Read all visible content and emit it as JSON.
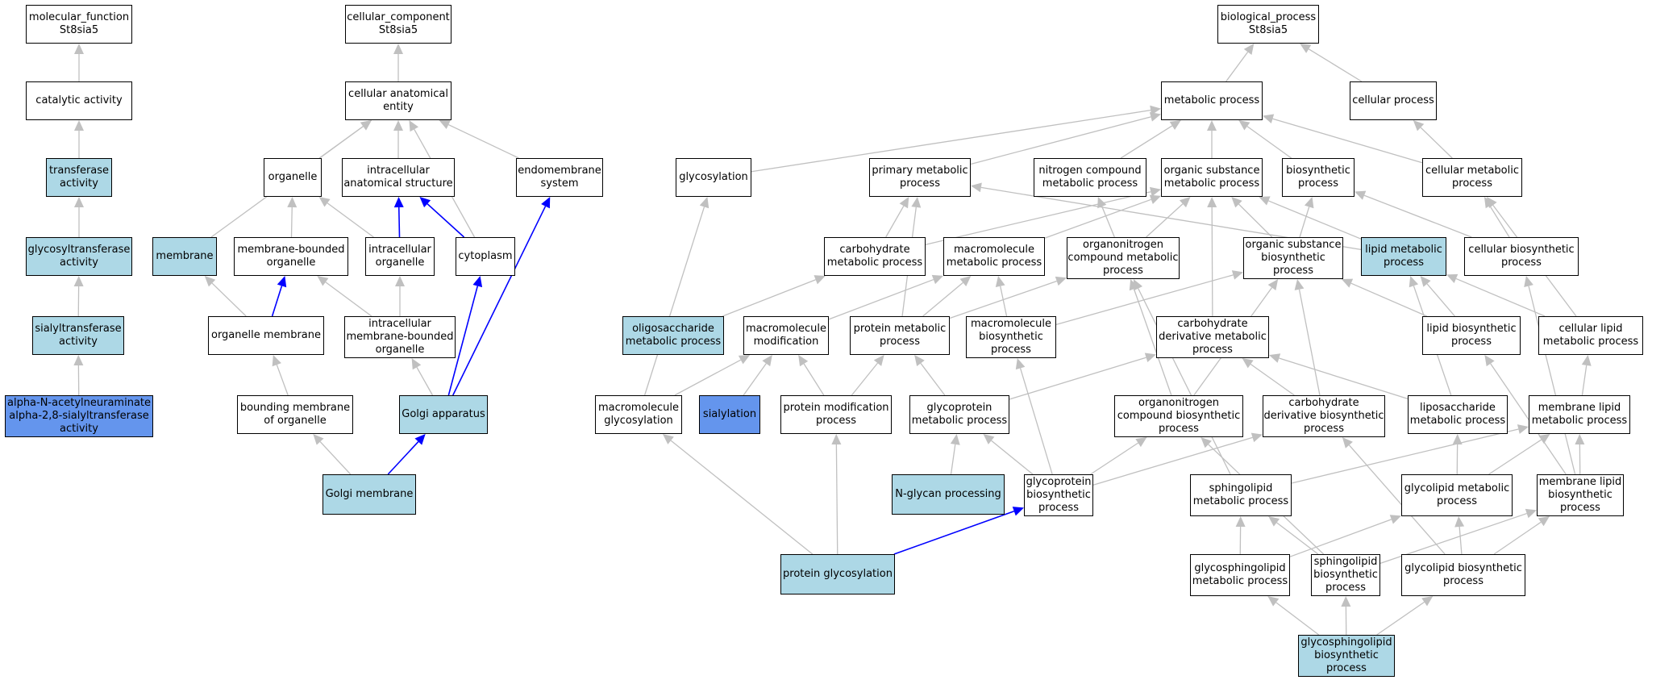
{
  "colors": {
    "light": "#add8e6",
    "blue": "#6495ed",
    "edge_gray": "#c0c0c0",
    "edge_blue": "#0000ff"
  },
  "nodes": {
    "mf_root": {
      "label": "molecular_function\nSt8sia5",
      "fill": "white"
    },
    "catalytic": {
      "label": "catalytic activity",
      "fill": "white"
    },
    "transferase": {
      "label": "transferase\nactivity",
      "fill": "light"
    },
    "glycosyltransferase": {
      "label": "glycosyltransferase\nactivity",
      "fill": "light"
    },
    "sialyltransferase": {
      "label": "sialyltransferase\nactivity",
      "fill": "light"
    },
    "alpha_sialyl": {
      "label": "alpha-N-acetylneuraminate\nalpha-2,8-sialyltransferase\nactivity",
      "fill": "blue"
    },
    "cc_root": {
      "label": "cellular_component\nSt8sia5",
      "fill": "white"
    },
    "cae": {
      "label": "cellular anatomical\nentity",
      "fill": "white"
    },
    "organelle": {
      "label": "organelle",
      "fill": "white"
    },
    "ias": {
      "label": "intracellular\nanatomical structure",
      "fill": "white"
    },
    "endomembrane": {
      "label": "endomembrane\nsystem",
      "fill": "white"
    },
    "membrane": {
      "label": "membrane",
      "fill": "light"
    },
    "mbo": {
      "label": "membrane-bounded\norganelle",
      "fill": "white"
    },
    "intra_org": {
      "label": "intracellular\norganelle",
      "fill": "white"
    },
    "cytoplasm": {
      "label": "cytoplasm",
      "fill": "white"
    },
    "org_mem": {
      "label": "organelle membrane",
      "fill": "white"
    },
    "imbo": {
      "label": "intracellular\nmembrane-bounded\norganelle",
      "fill": "white"
    },
    "bmo": {
      "label": "bounding membrane\nof organelle",
      "fill": "white"
    },
    "golgi": {
      "label": "Golgi apparatus",
      "fill": "light"
    },
    "golgi_mem": {
      "label": "Golgi membrane",
      "fill": "light"
    },
    "bp_root": {
      "label": "biological_process\nSt8sia5",
      "fill": "white"
    },
    "metabolic": {
      "label": "metabolic process",
      "fill": "white"
    },
    "cellular_proc": {
      "label": "cellular process",
      "fill": "white"
    },
    "glycosylation": {
      "label": "glycosylation",
      "fill": "white"
    },
    "primary_met": {
      "label": "primary metabolic\nprocess",
      "fill": "white"
    },
    "nitrogen_met": {
      "label": "nitrogen compound\nmetabolic process",
      "fill": "white"
    },
    "org_sub_met": {
      "label": "organic substance\nmetabolic process",
      "fill": "white"
    },
    "biosynthetic": {
      "label": "biosynthetic\nprocess",
      "fill": "white"
    },
    "cell_met": {
      "label": "cellular metabolic\nprocess",
      "fill": "white"
    },
    "carb_met": {
      "label": "carbohydrate\nmetabolic process",
      "fill": "white"
    },
    "macro_met": {
      "label": "macromolecule\nmetabolic process",
      "fill": "white"
    },
    "orgN_met": {
      "label": "organonitrogen\ncompound metabolic\nprocess",
      "fill": "white"
    },
    "org_sub_bio": {
      "label": "organic substance\nbiosynthetic\nprocess",
      "fill": "white"
    },
    "lipid_met": {
      "label": "lipid metabolic\nprocess",
      "fill": "light"
    },
    "cell_bio": {
      "label": "cellular biosynthetic\nprocess",
      "fill": "white"
    },
    "oligo_met": {
      "label": "oligosaccharide\nmetabolic process",
      "fill": "light"
    },
    "macro_mod": {
      "label": "macromolecule\nmodification",
      "fill": "white"
    },
    "prot_met": {
      "label": "protein metabolic\nprocess",
      "fill": "white"
    },
    "macro_bio": {
      "label": "macromolecule\nbiosynthetic\nprocess",
      "fill": "white"
    },
    "carb_deriv_met": {
      "label": "carbohydrate\nderivative metabolic\nprocess",
      "fill": "white"
    },
    "lipid_bio": {
      "label": "lipid biosynthetic\nprocess",
      "fill": "white"
    },
    "cell_lipid_met": {
      "label": "cellular lipid\nmetabolic process",
      "fill": "white"
    },
    "macro_glyc": {
      "label": "macromolecule\nglycosylation",
      "fill": "white"
    },
    "sialylation": {
      "label": "sialylation",
      "fill": "blue"
    },
    "prot_mod": {
      "label": "protein modification\nprocess",
      "fill": "white"
    },
    "glycoprot_met": {
      "label": "glycoprotein\nmetabolic process",
      "fill": "white"
    },
    "orgN_bio": {
      "label": "organonitrogen\ncompound biosynthetic\nprocess",
      "fill": "white"
    },
    "carb_deriv_bio": {
      "label": "carbohydrate\nderivative biosynthetic\nprocess",
      "fill": "white"
    },
    "liposacch_met": {
      "label": "liposaccharide\nmetabolic process",
      "fill": "white"
    },
    "mem_lipid_met": {
      "label": "membrane lipid\nmetabolic process",
      "fill": "white"
    },
    "nglycan": {
      "label": "N-glycan processing",
      "fill": "light"
    },
    "glycoprot_bio": {
      "label": "glycoprotein\nbiosynthetic\nprocess",
      "fill": "white"
    },
    "sphingo_met": {
      "label": "sphingolipid\nmetabolic process",
      "fill": "white"
    },
    "glycolipid_met": {
      "label": "glycolipid metabolic\nprocess",
      "fill": "white"
    },
    "mem_lipid_bio": {
      "label": "membrane lipid\nbiosynthetic\nprocess",
      "fill": "white"
    },
    "prot_glyc": {
      "label": "protein glycosylation",
      "fill": "light"
    },
    "gsl_met": {
      "label": "glycosphingolipid\nmetabolic process",
      "fill": "white"
    },
    "sphingo_bio": {
      "label": "sphingolipid\nbiosynthetic\nprocess",
      "fill": "white"
    },
    "glycolipid_bio": {
      "label": "glycolipid biosynthetic\nprocess",
      "fill": "white"
    },
    "gsl_bio": {
      "label": "glycosphingolipid\nbiosynthetic\nprocess",
      "fill": "light"
    }
  },
  "edges": [
    [
      "catalytic",
      "mf_root",
      "gray"
    ],
    [
      "transferase",
      "catalytic",
      "gray"
    ],
    [
      "glycosyltransferase",
      "transferase",
      "gray"
    ],
    [
      "sialyltransferase",
      "glycosyltransferase",
      "gray"
    ],
    [
      "alpha_sialyl",
      "sialyltransferase",
      "gray"
    ],
    [
      "cae",
      "cc_root",
      "gray"
    ],
    [
      "organelle",
      "cae",
      "gray"
    ],
    [
      "ias",
      "cae",
      "gray"
    ],
    [
      "endomembrane",
      "cae",
      "gray"
    ],
    [
      "membrane",
      "cae",
      "gray"
    ],
    [
      "cytoplasm",
      "cae",
      "gray"
    ],
    [
      "mbo",
      "organelle",
      "gray"
    ],
    [
      "intra_org",
      "organelle",
      "gray"
    ],
    [
      "intra_org",
      "ias",
      "blue"
    ],
    [
      "cytoplasm",
      "ias",
      "blue"
    ],
    [
      "org_mem",
      "membrane",
      "gray"
    ],
    [
      "org_mem",
      "mbo",
      "blue"
    ],
    [
      "imbo",
      "mbo",
      "gray"
    ],
    [
      "imbo",
      "intra_org",
      "gray"
    ],
    [
      "bmo",
      "org_mem",
      "gray"
    ],
    [
      "golgi",
      "imbo",
      "gray"
    ],
    [
      "golgi",
      "cytoplasm",
      "blue"
    ],
    [
      "golgi",
      "endomembrane",
      "blue"
    ],
    [
      "golgi_mem",
      "bmo",
      "gray"
    ],
    [
      "golgi_mem",
      "golgi",
      "blue"
    ],
    [
      "metabolic",
      "bp_root",
      "gray"
    ],
    [
      "cellular_proc",
      "bp_root",
      "gray"
    ],
    [
      "glycosylation",
      "metabolic",
      "gray"
    ],
    [
      "primary_met",
      "metabolic",
      "gray"
    ],
    [
      "nitrogen_met",
      "metabolic",
      "gray"
    ],
    [
      "org_sub_met",
      "metabolic",
      "gray"
    ],
    [
      "biosynthetic",
      "metabolic",
      "gray"
    ],
    [
      "cell_met",
      "metabolic",
      "gray"
    ],
    [
      "cell_met",
      "cellular_proc",
      "gray"
    ],
    [
      "carb_met",
      "org_sub_met",
      "gray"
    ],
    [
      "carb_met",
      "primary_met",
      "gray"
    ],
    [
      "macro_met",
      "org_sub_met",
      "gray"
    ],
    [
      "orgN_met",
      "nitrogen_met",
      "gray"
    ],
    [
      "orgN_met",
      "org_sub_met",
      "gray"
    ],
    [
      "org_sub_bio",
      "org_sub_met",
      "gray"
    ],
    [
      "org_sub_bio",
      "biosynthetic",
      "gray"
    ],
    [
      "lipid_met",
      "org_sub_met",
      "gray"
    ],
    [
      "lipid_met",
      "primary_met",
      "gray"
    ],
    [
      "cell_bio",
      "biosynthetic",
      "gray"
    ],
    [
      "cell_bio",
      "cell_met",
      "gray"
    ],
    [
      "oligo_met",
      "carb_met",
      "gray"
    ],
    [
      "macro_mod",
      "macro_met",
      "gray"
    ],
    [
      "prot_met",
      "macro_met",
      "gray"
    ],
    [
      "prot_met",
      "orgN_met",
      "gray"
    ],
    [
      "prot_met",
      "primary_met",
      "gray"
    ],
    [
      "macro_bio",
      "macro_met",
      "gray"
    ],
    [
      "macro_bio",
      "org_sub_bio",
      "gray"
    ],
    [
      "carb_deriv_met",
      "org_sub_met",
      "gray"
    ],
    [
      "lipid_bio",
      "lipid_met",
      "gray"
    ],
    [
      "lipid_bio",
      "org_sub_bio",
      "gray"
    ],
    [
      "cell_lipid_met",
      "lipid_met",
      "gray"
    ],
    [
      "cell_lipid_met",
      "cell_met",
      "gray"
    ],
    [
      "macro_glyc",
      "macro_mod",
      "gray"
    ],
    [
      "macro_glyc",
      "glycosylation",
      "gray"
    ],
    [
      "sialylation",
      "macro_mod",
      "gray"
    ],
    [
      "prot_mod",
      "macro_mod",
      "gray"
    ],
    [
      "prot_mod",
      "prot_met",
      "gray"
    ],
    [
      "glycoprot_met",
      "prot_met",
      "gray"
    ],
    [
      "glycoprot_met",
      "carb_deriv_met",
      "gray"
    ],
    [
      "orgN_bio",
      "orgN_met",
      "gray"
    ],
    [
      "orgN_bio",
      "org_sub_bio",
      "gray"
    ],
    [
      "carb_deriv_bio",
      "carb_deriv_met",
      "gray"
    ],
    [
      "carb_deriv_bio",
      "org_sub_bio",
      "gray"
    ],
    [
      "liposacch_met",
      "carb_deriv_met",
      "gray"
    ],
    [
      "liposacch_met",
      "lipid_met",
      "gray"
    ],
    [
      "mem_lipid_met",
      "cell_lipid_met",
      "gray"
    ],
    [
      "nglycan",
      "glycoprot_met",
      "gray"
    ],
    [
      "glycoprot_bio",
      "glycoprot_met",
      "gray"
    ],
    [
      "glycoprot_bio",
      "macro_bio",
      "gray"
    ],
    [
      "glycoprot_bio",
      "orgN_bio",
      "gray"
    ],
    [
      "glycoprot_bio",
      "carb_deriv_bio",
      "gray"
    ],
    [
      "sphingo_met",
      "mem_lipid_met",
      "gray"
    ],
    [
      "sphingo_met",
      "orgN_met",
      "gray"
    ],
    [
      "glycolipid_met",
      "liposacch_met",
      "gray"
    ],
    [
      "glycolipid_met",
      "mem_lipid_met",
      "gray"
    ],
    [
      "mem_lipid_bio",
      "mem_lipid_met",
      "gray"
    ],
    [
      "mem_lipid_bio",
      "lipid_bio",
      "gray"
    ],
    [
      "mem_lipid_bio",
      "cell_bio",
      "gray"
    ],
    [
      "prot_glyc",
      "macro_glyc",
      "gray"
    ],
    [
      "prot_glyc",
      "prot_mod",
      "gray"
    ],
    [
      "prot_glyc",
      "glycoprot_bio",
      "blue"
    ],
    [
      "gsl_met",
      "sphingo_met",
      "gray"
    ],
    [
      "gsl_met",
      "glycolipid_met",
      "gray"
    ],
    [
      "sphingo_bio",
      "sphingo_met",
      "gray"
    ],
    [
      "sphingo_bio",
      "mem_lipid_bio",
      "gray"
    ],
    [
      "sphingo_bio",
      "orgN_bio",
      "gray"
    ],
    [
      "glycolipid_bio",
      "glycolipid_met",
      "gray"
    ],
    [
      "glycolipid_bio",
      "mem_lipid_bio",
      "gray"
    ],
    [
      "glycolipid_bio",
      "carb_deriv_bio",
      "gray"
    ],
    [
      "gsl_bio",
      "gsl_met",
      "gray"
    ],
    [
      "gsl_bio",
      "sphingo_bio",
      "gray"
    ],
    [
      "gsl_bio",
      "glycolipid_bio",
      "gray"
    ]
  ]
}
